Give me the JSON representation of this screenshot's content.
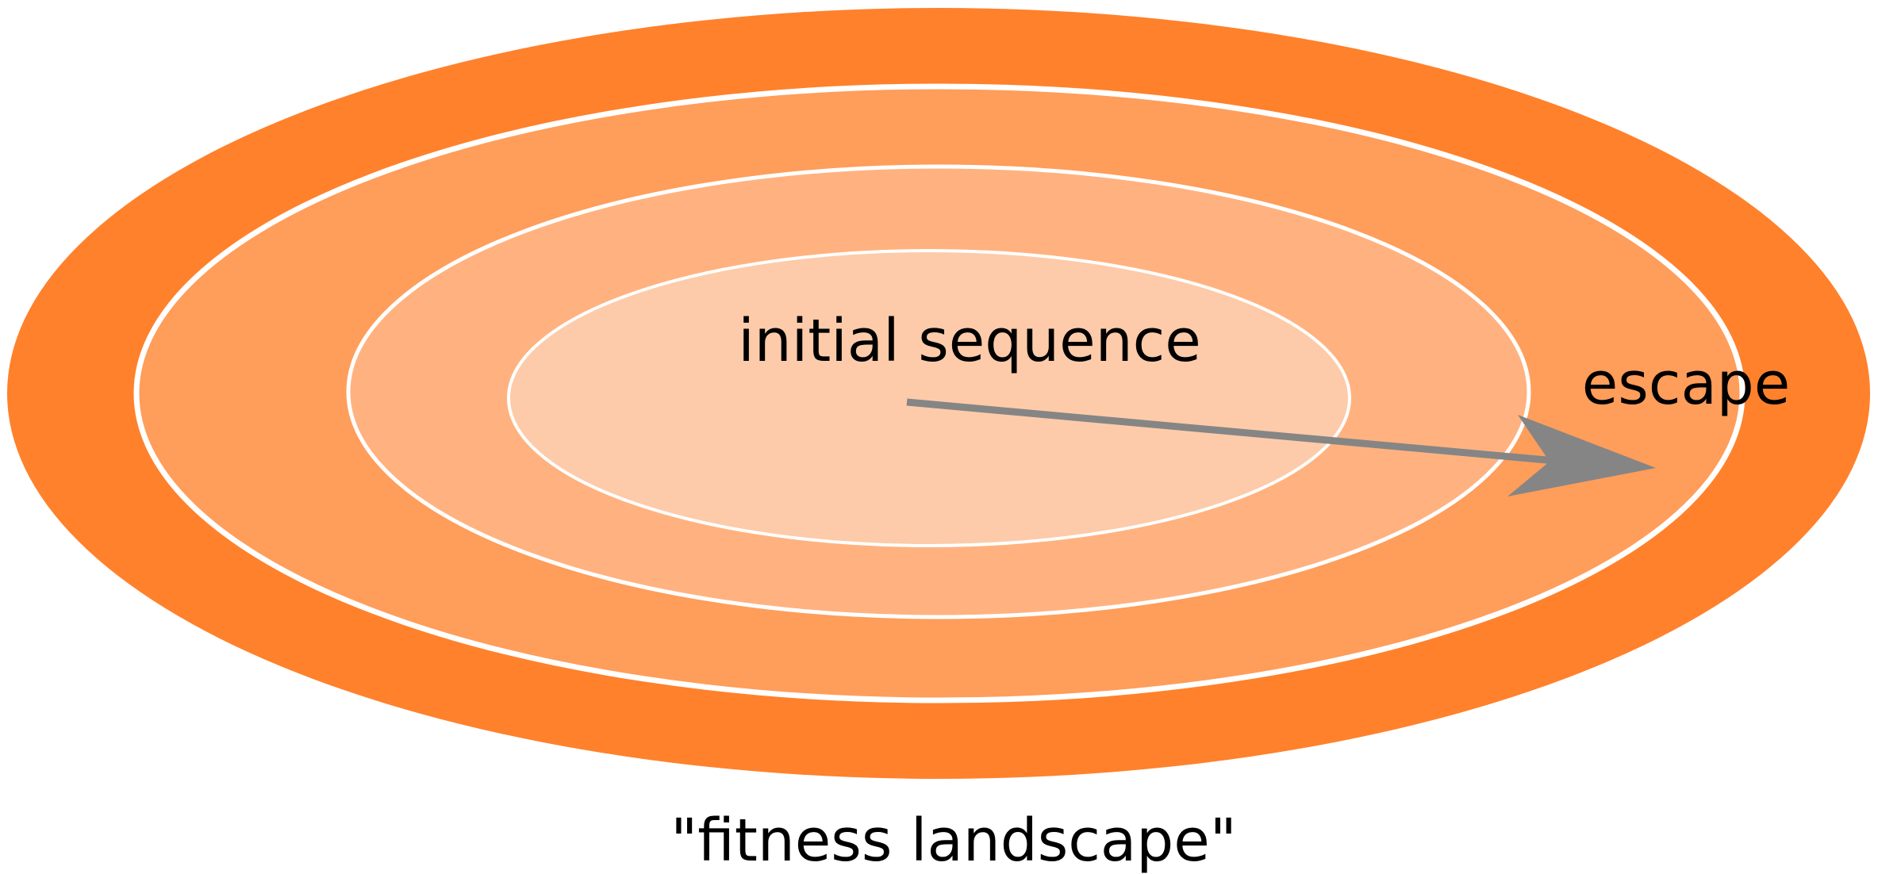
{
  "labels": {
    "initial": "initial sequence",
    "escape": "escape",
    "caption": "\"fitness landscape\""
  },
  "colors": {
    "ring_outer": "#ff812c",
    "ring_2": "#ff9d5a",
    "ring_3": "#ffb27f",
    "ring_inner": "#fdcba9",
    "ring_border": "#ffffff",
    "arrow": "#858585",
    "text": "#000000",
    "background": "#ffffff"
  }
}
